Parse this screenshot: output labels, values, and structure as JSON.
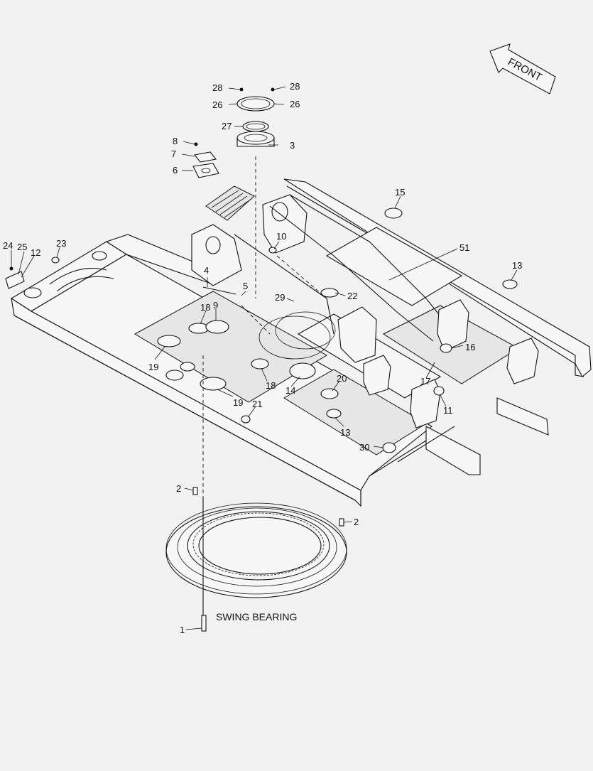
{
  "diagram": {
    "caption": "SWING BEARING",
    "front_label": "FRONT",
    "callouts": [
      "28",
      "28",
      "26",
      "26",
      "27",
      "3",
      "8",
      "7",
      "6",
      "15",
      "10",
      "51",
      "13",
      "24",
      "25",
      "12",
      "23",
      "4",
      "5",
      "29",
      "22",
      "18",
      "9",
      "16",
      "17",
      "19",
      "18",
      "14",
      "20",
      "11",
      "19",
      "21",
      "13",
      "30",
      "2",
      "2",
      "1"
    ]
  }
}
